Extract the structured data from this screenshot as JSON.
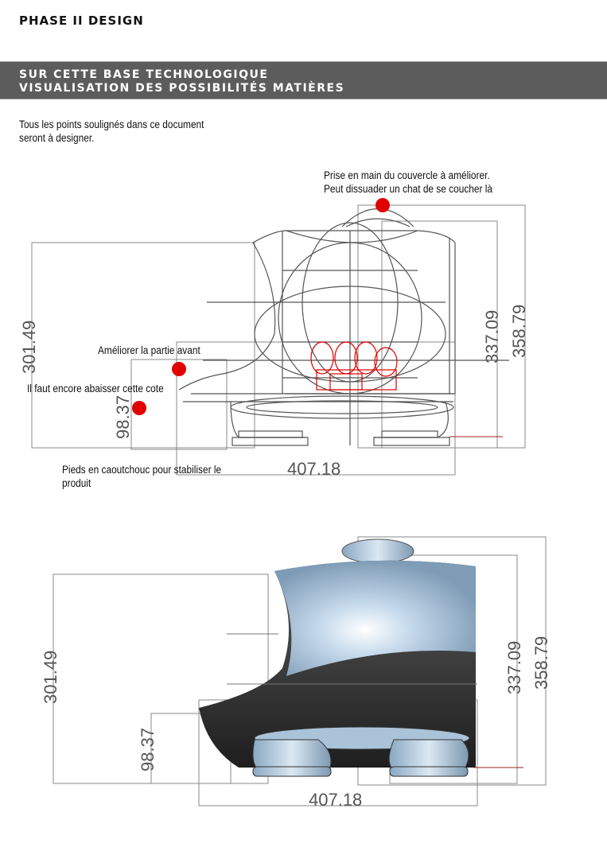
{
  "header": {
    "brand": "Phase II Design"
  },
  "banner": {
    "line1": "Sur cette base technologique",
    "line2": "Visualisation des possibilités matières"
  },
  "intro": {
    "line1": "Tous les points soulignés dans ce document",
    "line2": "seront à designer."
  },
  "wireframe_view": {
    "annotations": {
      "lid_line1": "Prise en main du couvercle à améliorer.",
      "lid_line2": "Peut dissuader un chat de se coucher là",
      "front": "Améliorer la partie avant",
      "dimension": "Il faut encore abaisser cette cote",
      "feet_line1": "Pieds en caoutchouc pour stabiliser le",
      "feet_line2": "produit"
    },
    "dimensions": {
      "height_front": "301.49",
      "foot_height": "98.37",
      "width": "407.18",
      "height_body": "337.09",
      "height_total": "358.79"
    }
  },
  "rendered_view": {
    "dimensions": {
      "height_front": "301.49",
      "foot_height": "98.37",
      "width": "407.18",
      "height_body": "337.09",
      "height_total": "358.79"
    }
  },
  "colors": {
    "banner": "#5c5c5c",
    "marker": "#e00000",
    "body_dark": "#2a2a2a",
    "body_light": "#bcd4ea"
  }
}
